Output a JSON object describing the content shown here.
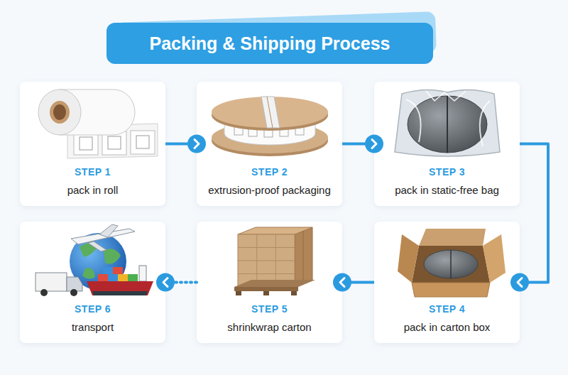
{
  "diagram": {
    "title": "Packing & Shipping Process",
    "nodes": [
      {
        "text": [
          "STEP 1",
          "pack in roll"
        ]
      },
      {
        "text": [
          "STEP 2",
          "extrusion-proof packaging"
        ]
      },
      {
        "text": [
          "STEP 3",
          "pack in static-free bag"
        ]
      },
      {
        "text": [
          "STEP 4",
          "pack in carton box"
        ]
      },
      {
        "text": [
          "STEP 5",
          "shrinkwrap carton"
        ]
      },
      {
        "text": [
          "STEP 6",
          "transport"
        ]
      }
    ],
    "edges": [
      {
        "from": 0,
        "to": 1,
        "arrow": "to"
      },
      {
        "from": 1,
        "to": 2,
        "arrow": "to"
      },
      {
        "from": 2,
        "to": 3,
        "arrow": "to"
      },
      {
        "from": 3,
        "to": 4,
        "arrow": "to"
      },
      {
        "from": 4,
        "to": 5,
        "arrow": "to"
      }
    ]
  }
}
